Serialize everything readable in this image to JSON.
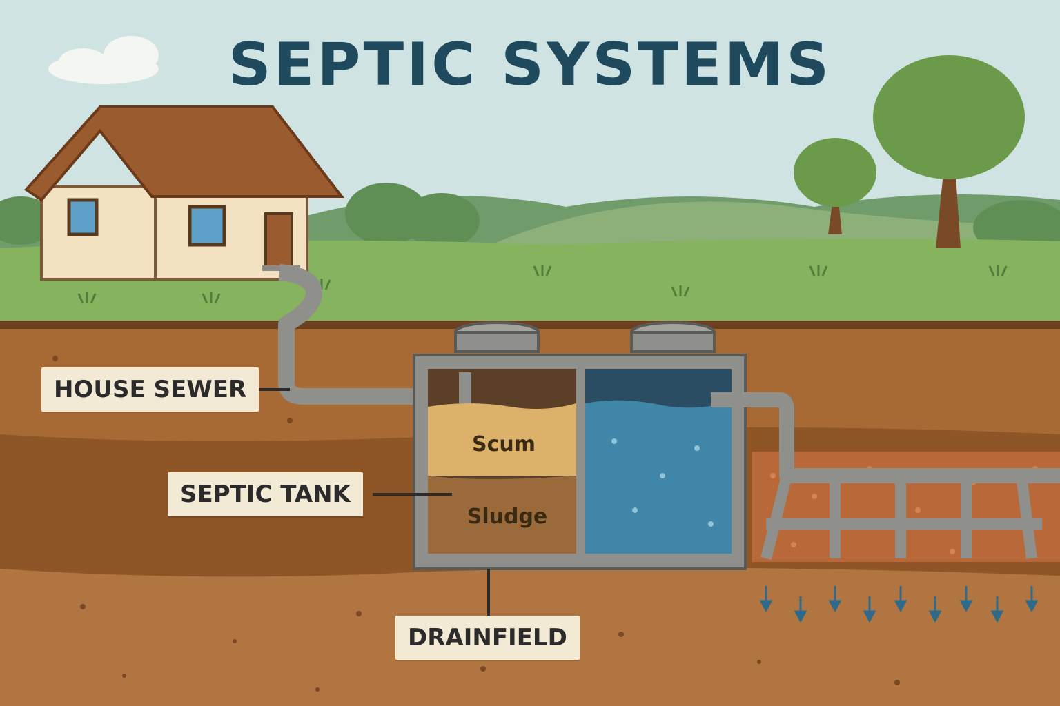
{
  "title": "SEPTIC SYSTEMS",
  "labels": {
    "house_sewer": "HOUSE SEWER",
    "septic_tank": "SEPTIC TANK",
    "drainfield": "DRAINFIELD"
  },
  "tank_layers": {
    "scum": "Scum",
    "sludge": "Sludge"
  },
  "colors": {
    "title": "#1f4a5e",
    "sky": "#c9dfe0",
    "grass": "#7fae5a",
    "soil": "#a86a35",
    "water": "#3f86a8",
    "pipe": "#9a9a96",
    "label_bg": "#f3ead6"
  }
}
